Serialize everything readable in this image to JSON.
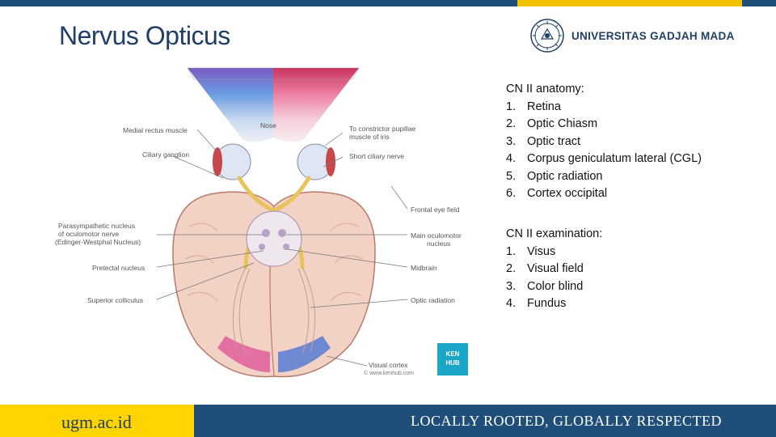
{
  "header": {
    "title": "Nervus Opticus",
    "university_name": "UNIVERSITAS GADJAH MADA",
    "logo_icon": "university-seal-icon",
    "accent_colors": {
      "navy": "#1f4e79",
      "gold": "#f2c200"
    }
  },
  "figure": {
    "labels": {
      "medial_rectus": "Medial rectus muscle",
      "nose": "Nose",
      "constrictor": "To constrictor pupillae",
      "constrictor2": "muscle of iris",
      "ciliary_ganglion": "Ciliary ganglion",
      "short_ciliary": "Short ciliary nerve",
      "frontal_eye": "Frontal eye field",
      "parasym1": "Parasympathetic nucleus",
      "parasym2": "of oculomotor nerve",
      "parasym3": "(Edinger-Westphal Nucleus)",
      "main_oculomotor1": "Main oculomotor",
      "main_oculomotor2": "nucleus",
      "pretectal": "Pretectal nucleus",
      "midbrain": "Midbrain",
      "superior_colliculus": "Superior colliculus",
      "optic_radiation": "Optic radiation",
      "visual_cortex": "Visual cortex"
    },
    "badge_line1": "KEN",
    "badge_line2": "HUB",
    "credit": "© www.kenhub.com"
  },
  "anatomy": {
    "heading": "CN II anatomy:",
    "items": [
      {
        "num": "1.",
        "text": "Retina"
      },
      {
        "num": "2.",
        "text": "Optic Chiasm"
      },
      {
        "num": "3.",
        "text": "Optic tract"
      },
      {
        "num": "4.",
        "text": "Corpus geniculatum lateral (CGL)"
      },
      {
        "num": "5.",
        "text": "Optic radiation"
      },
      {
        "num": "6.",
        "text": "Cortex occipital"
      }
    ]
  },
  "examination": {
    "heading": "CN II examination:",
    "items": [
      {
        "num": "1.",
        "text": "Visus"
      },
      {
        "num": "2.",
        "text": "Visual field"
      },
      {
        "num": "3.",
        "text": "Color blind"
      },
      {
        "num": "4.",
        "text": "Fundus"
      }
    ]
  },
  "footer": {
    "url": "ugm.ac.id",
    "slogan": "LOCALLY ROOTED, GLOBALLY RESPECTED"
  }
}
